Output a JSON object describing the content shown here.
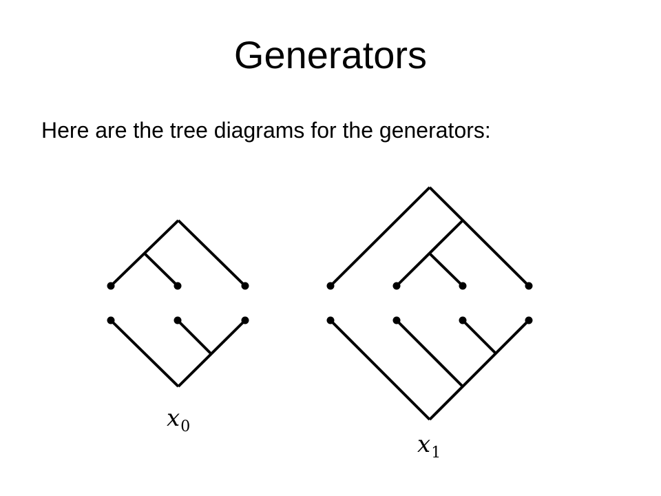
{
  "slide": {
    "title": "Generators",
    "bullet": "Here are the tree diagrams for the generators:"
  },
  "diagrams": [
    {
      "variable": "x",
      "subscript": "0",
      "top_leaves": 3,
      "bottom_leaves": 3
    },
    {
      "variable": "x",
      "subscript": "1",
      "top_leaves": 4,
      "bottom_leaves": 4
    }
  ],
  "colors": {
    "ink": "#000000",
    "background": "#ffffff"
  }
}
